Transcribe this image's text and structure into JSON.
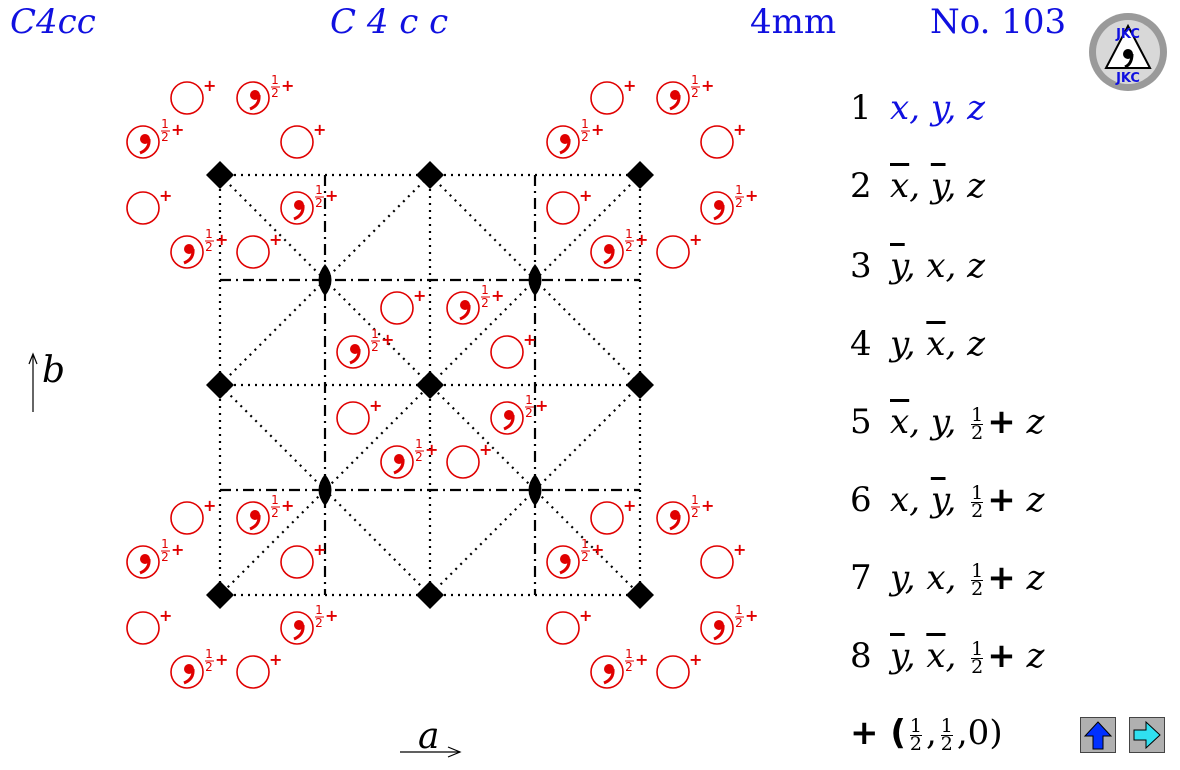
{
  "header": {
    "symbol": {
      "letter": "C",
      "rest": "4cc"
    },
    "full_symbol": "C 4 c c",
    "point_group": "4mm",
    "number": "No. 103"
  },
  "logo": {
    "label": "JKC"
  },
  "axes": {
    "b_label": "b",
    "a_label": "a"
  },
  "positions": [
    {
      "num": "1",
      "parts": [
        [
          "x",
          ""
        ],
        [
          "y",
          ""
        ],
        [
          "z",
          ""
        ]
      ]
    },
    {
      "num": "2",
      "parts": [
        [
          "x",
          "ov"
        ],
        [
          "y",
          "ov"
        ],
        [
          "z",
          ""
        ]
      ]
    },
    {
      "num": "3",
      "parts": [
        [
          "y",
          "ov"
        ],
        [
          "x",
          ""
        ],
        [
          "z",
          ""
        ]
      ]
    },
    {
      "num": "4",
      "parts": [
        [
          "y",
          ""
        ],
        [
          "x",
          "ov"
        ],
        [
          "z",
          ""
        ]
      ]
    },
    {
      "num": "5",
      "parts": [
        [
          "x",
          "ov"
        ],
        [
          "y",
          ""
        ]
      ],
      "half_z": true
    },
    {
      "num": "6",
      "parts": [
        [
          "x",
          ""
        ],
        [
          "y",
          "ov"
        ]
      ],
      "half_z": true
    },
    {
      "num": "7",
      "parts": [
        [
          "y",
          ""
        ],
        [
          "x",
          ""
        ]
      ],
      "half_z": true
    },
    {
      "num": "8",
      "parts": [
        [
          "y",
          "ov"
        ],
        [
          "x",
          "ov"
        ]
      ],
      "half_z": true
    }
  ],
  "centering": {
    "prefix": "+ (",
    "frac_num": "1",
    "frac_den": "2",
    "suffix": ",0)"
  },
  "marker_labels": {
    "plus": "+",
    "half_num": "1",
    "half_den": "2"
  },
  "colors": {
    "title": "#1010e0",
    "marker": "#e00000",
    "lines": "#000000",
    "button_arrow_up": "#0030ff",
    "button_arrow_right": "#30e0f0"
  },
  "icons": {
    "nav_up": "up-arrow-icon",
    "nav_right": "right-arrow-icon"
  }
}
